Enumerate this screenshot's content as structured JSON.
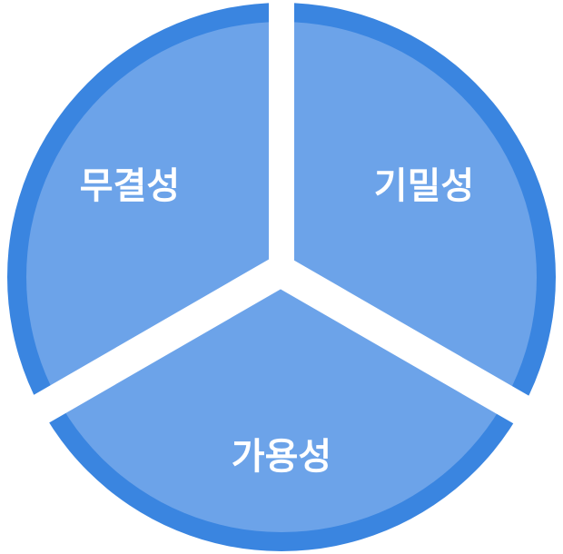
{
  "diagram": {
    "segments": [
      {
        "id": "integrity",
        "label": "무결성"
      },
      {
        "id": "confidentiality",
        "label": "기밀성"
      },
      {
        "id": "availability",
        "label": "가용성"
      }
    ],
    "colors": {
      "outer_ring": "#3A85E0",
      "inner_fill": "#6CA3E9",
      "separator": "#ffffff",
      "label_text": "#ffffff"
    }
  }
}
